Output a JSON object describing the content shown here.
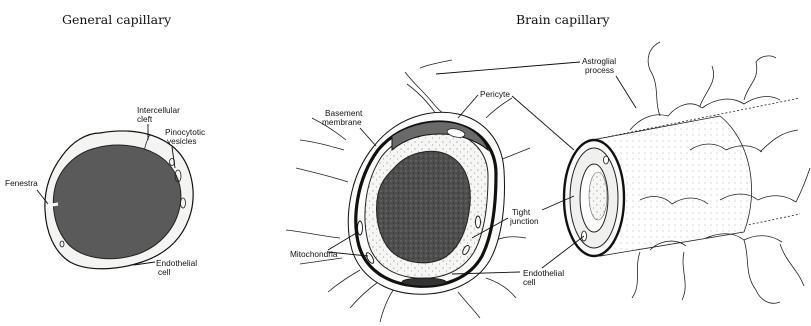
{
  "titles": {
    "general": "General capillary",
    "brain": "Brain capillary"
  },
  "general_labels": {
    "intercellular_cleft_1": "Intercellular",
    "intercellular_cleft_2": "cleft",
    "pinocytotic_1": "Pinocytotic",
    "pinocytotic_2": "vesicles",
    "fenestra": "Fenestra",
    "endothelial_1": "Endothelial",
    "endothelial_2": "cell"
  },
  "brain_labels": {
    "astroglial_1": "Astroglial",
    "astroglial_2": "process",
    "pericyte": "Pericyte",
    "basement_1": "Basement",
    "basement_2": "membrane",
    "tight_1": "Tight",
    "tight_2": "junction",
    "mitochondria": "Mitochondria",
    "endothelial_1": "Endothelial",
    "endothelial_2": "cell"
  }
}
